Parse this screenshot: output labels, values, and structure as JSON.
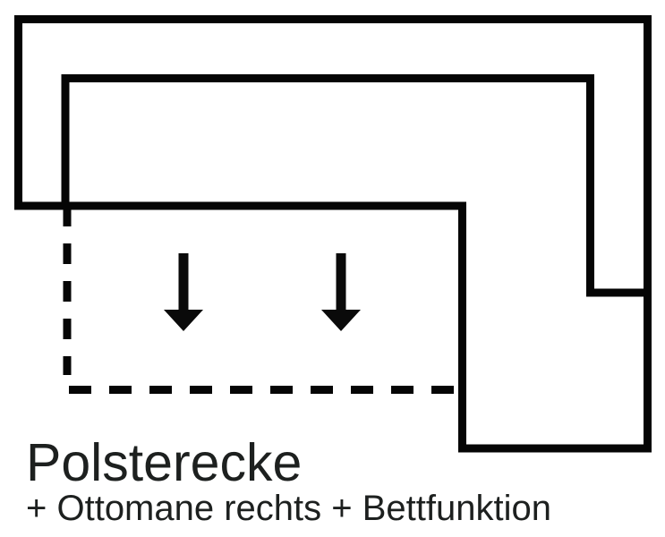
{
  "product": {
    "title": "Polsterecke",
    "subtitle": "+ Ottomane rechts + Bettfunktion"
  },
  "diagram": {
    "description": "Top-view schematic of a corner sofa with ottoman on the right and fold-out bed function",
    "icons": [
      "down-arrow-icon",
      "down-arrow-icon"
    ],
    "colors": {
      "outline": "#050505",
      "arrow": "#0a0a0a",
      "text": "#1d201f",
      "background": "#ffffff"
    }
  }
}
